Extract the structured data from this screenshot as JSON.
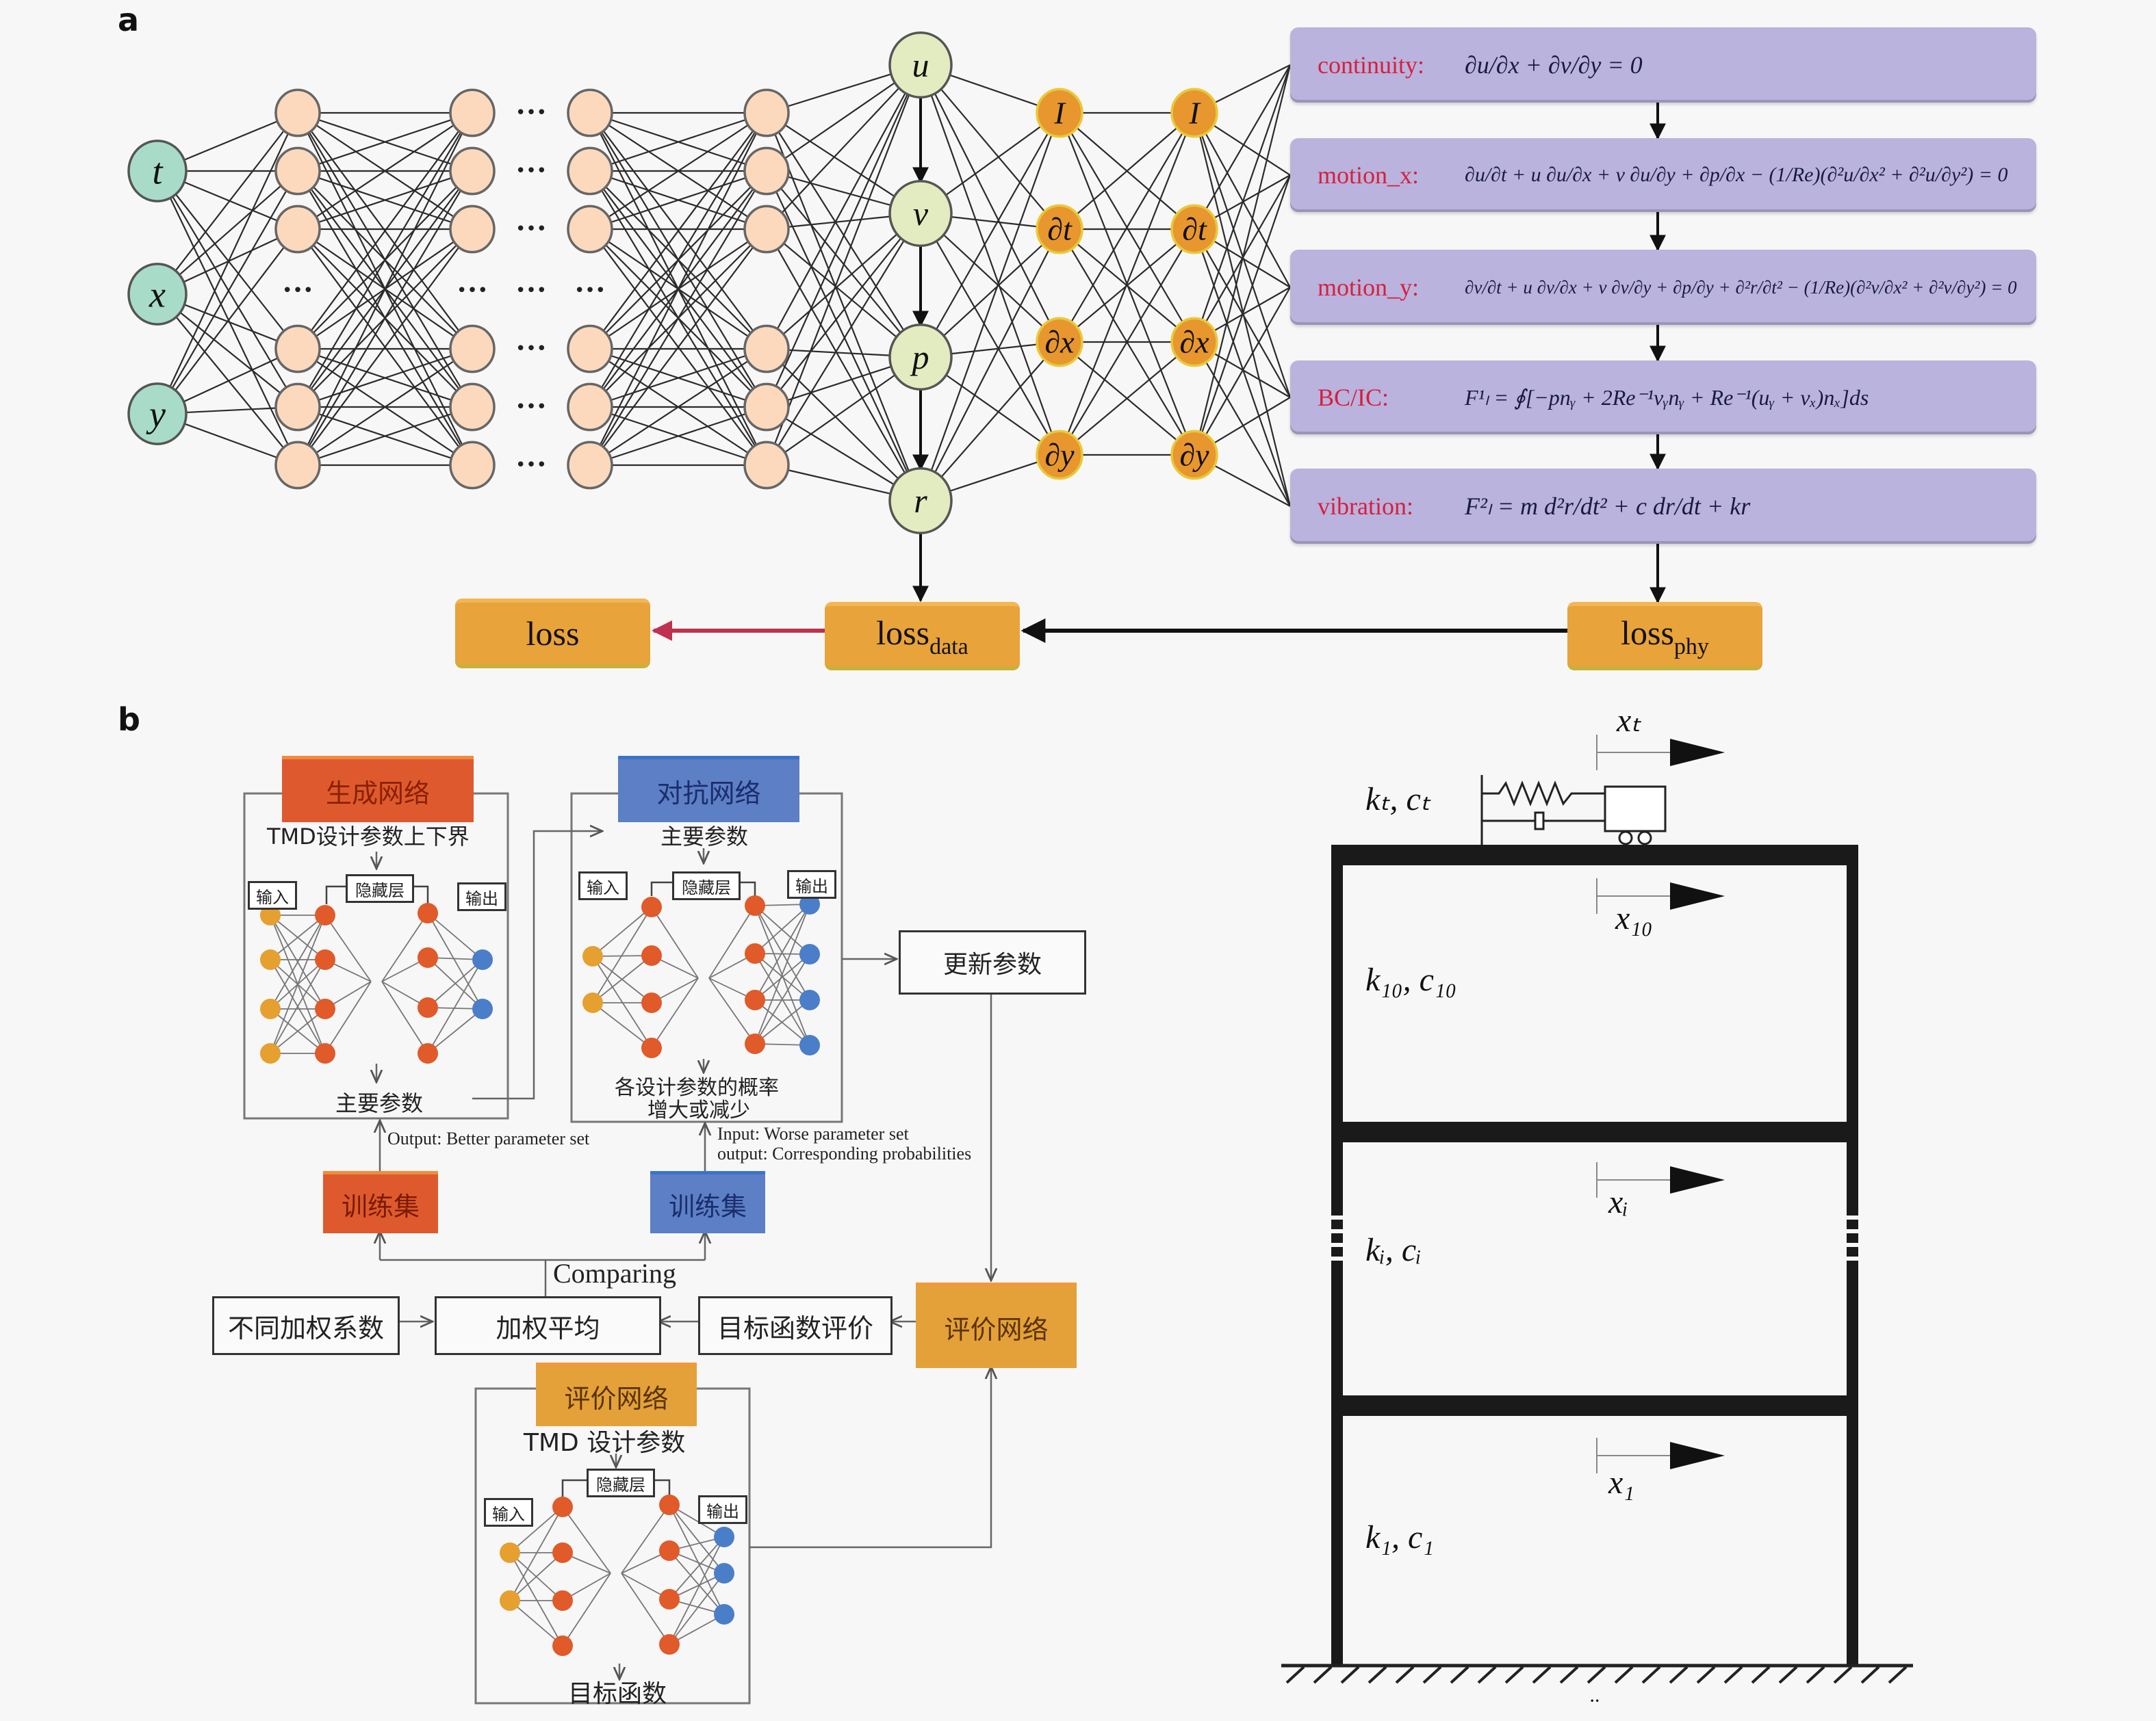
{
  "panels": {
    "a": "a",
    "b": "b"
  },
  "part_a": {
    "inputs": [
      "t",
      "x",
      "y"
    ],
    "outputs": [
      "u",
      "v",
      "p",
      "r"
    ],
    "derivative_nodes": [
      "I",
      "∂t",
      "∂x",
      "∂y"
    ],
    "hidden_dots": "•••",
    "equations": [
      {
        "label": "continuity:",
        "formula": "∂u/∂x + ∂v/∂y = 0"
      },
      {
        "label": "motion_x:",
        "formula": "∂u/∂t + u ∂u/∂x + v ∂u/∂y + ∂p/∂x − (1/Re)(∂²u/∂x² + ∂²u/∂y²) = 0"
      },
      {
        "label": "motion_y:",
        "formula": "∂v/∂t + u ∂v/∂x + v ∂v/∂y + ∂p/∂y + ∂²r/∂t² − (1/Re)(∂²v/∂x² + ∂²v/∂y²) = 0"
      },
      {
        "label": "BC/IC:",
        "formula": "F¹ₗ = ∮[−pnᵧ + 2Re⁻¹vᵧnᵧ + Re⁻¹(uᵧ + vₓ)nₓ]ds"
      },
      {
        "label": "vibration:",
        "formula": "F²ₗ = m d²r/dt² + c dr/dt + kr"
      }
    ],
    "loss": {
      "main": "loss",
      "data_base": "loss",
      "data_sub": "data",
      "phy_base": "loss",
      "phy_sub": "phy"
    }
  },
  "part_b": {
    "generator": {
      "title": "生成网络",
      "top_text": "TMD设计参数上下界",
      "input_tag": "输入",
      "hidden_tag": "隐藏层",
      "output_tag": "输出",
      "bottom_text": "主要参数"
    },
    "adversarial": {
      "title": "对抗网络",
      "top_text": "主要参数",
      "input_tag": "输入",
      "hidden_tag": "隐藏层",
      "output_tag": "输出",
      "bottom_text_1": "各设计参数的概率",
      "bottom_text_2": "增大或减少"
    },
    "update_params": "更新参数",
    "output_note": "Output: Better parameter set",
    "input_note_1": "Input: Worse parameter set",
    "input_note_2": "output: Corresponding probabilities",
    "train_set_orange": "训练集",
    "train_set_blue": "训练集",
    "comparing": "Comparing",
    "weights": "不同加权系数",
    "weighted_avg": "加权平均",
    "objective_eval": "目标函数评价",
    "eval_network_right": "评价网络",
    "evaluator": {
      "title": "评价网络",
      "top_text": "TMD 设计参数",
      "input_tag": "输入",
      "hidden_tag": "隐藏层",
      "output_tag": "输出",
      "bottom_text": "目标函数"
    },
    "structure": {
      "tmd_label": "kₜ, cₜ",
      "xt": "xₜ",
      "x10": "x₁₀",
      "k10": "k₁₀, c₁₀",
      "xi": "xᵢ",
      "ki": "kᵢ, cᵢ",
      "x1": "x₁",
      "k1": "k₁, c₁",
      "ground_mark": "··"
    }
  },
  "colors": {
    "input_node": "#a8dcc9",
    "hidden_node": "#fcd9bd",
    "output_node": "#e2ecc0",
    "deriv_node": "#e8962e",
    "eq_box": "#b9b3de",
    "eq_label": "#d81e3c",
    "loss_box": "#e8a33a",
    "gen_orange": "#de5a2e",
    "adv_blue": "#5c7fc6",
    "eval_amber": "#e4a13a"
  }
}
